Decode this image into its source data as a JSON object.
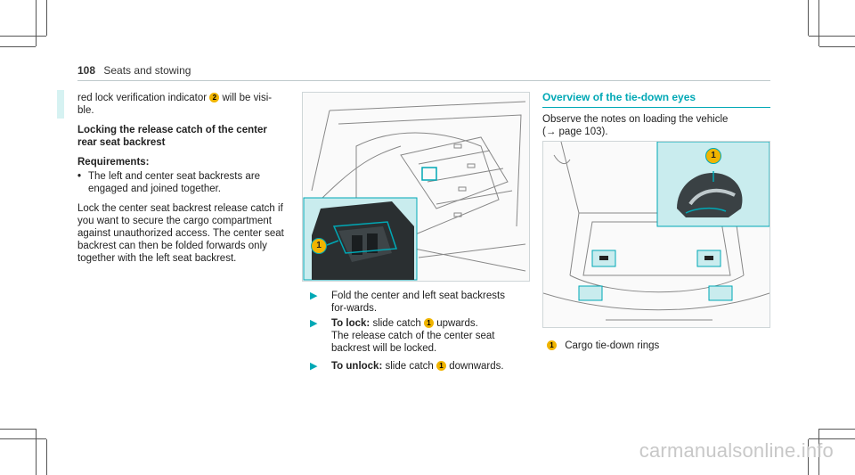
{
  "header": {
    "page_number": "108",
    "section": "Seats and stowing"
  },
  "left_column": {
    "continuation_pre": "red lock verification indicator",
    "continuation_num": "2",
    "continuation_post": "will be visi-ble.",
    "subheading": "Locking the release catch of the center rear seat backrest",
    "requirements_label": "Requirements:",
    "requirement_bullet": "The left and center seat backrests are engaged and joined together.",
    "paragraph": "Lock the center seat backrest release catch if you want to secure the cargo compartment against unauthorized access. The center seat backrest can then be folded forwards only together with the left seat backrest."
  },
  "middle_column": {
    "figure_callout": "1",
    "step1": "Fold the center and left seat backrests for-wards.",
    "step2_label": "To lock:",
    "step2_pre": "slide catch",
    "step2_num": "1",
    "step2_post": "upwards.",
    "step2_note": "The release catch of the center seat backrest will be locked.",
    "step3_label": "To unlock:",
    "step3_pre": "slide catch",
    "step3_num": "1",
    "step3_post": "downwards."
  },
  "right_column": {
    "section_title": "Overview of the tie-down eyes",
    "intro_line1": "Observe the notes on loading the vehicle",
    "intro_line2": "(→ page 103).",
    "figure_callout": "1",
    "legend_num": "1",
    "legend_text": "Cargo tie-down rings"
  },
  "watermark": "carmanualsonline.info",
  "colors": {
    "accent": "#00a8b5",
    "callout": "#f0b400",
    "inset_bg": "#c9ecee",
    "continuation_bar": "#d6f2f2"
  }
}
